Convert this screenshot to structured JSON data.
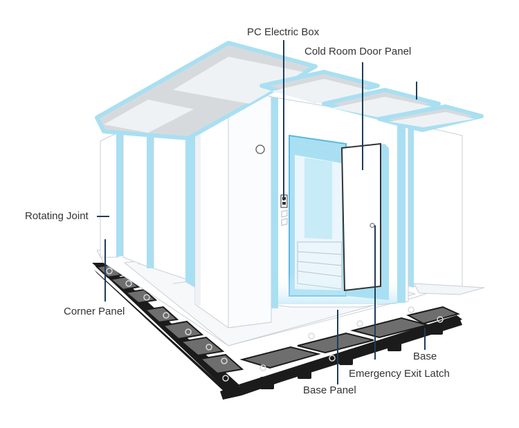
{
  "colors": {
    "insulation_blue": "#a9dff2",
    "insulation_edge": "#5bb8e0",
    "panel_white": "#ffffff",
    "panel_shade": "#eef2f5",
    "roof_gray": "#d7dadd",
    "base_black": "#1b1b1b",
    "base_gray": "#6e6e6e",
    "leader_line": "#1f3b5b",
    "label_text": "#333333"
  },
  "labels": {
    "pc_electric_box": "PC Electric Box",
    "cold_room_door_panel": "Cold Room Door Panel",
    "rotating_joint": "Rotating Joint",
    "corner_panel": "Corner Panel",
    "base": "Base",
    "emergency_exit_latch": "Emergency Exit Latch",
    "base_panel": "Base Panel"
  },
  "icons": {
    "door_hinge_knob": "circle-knob-icon",
    "electric_box": "switch-box-icon"
  }
}
